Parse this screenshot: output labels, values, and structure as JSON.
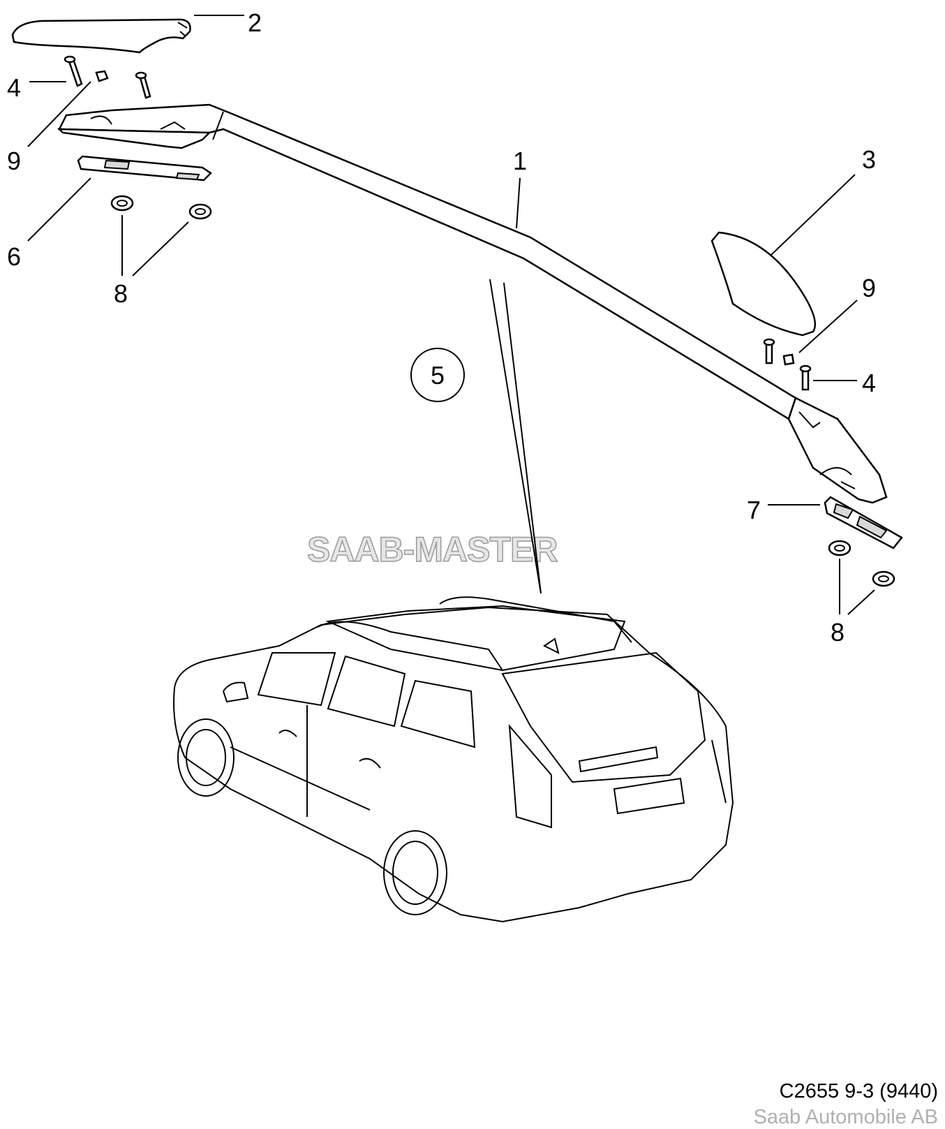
{
  "diagram": {
    "callouts": {
      "c1": "1",
      "c2": "2",
      "c3": "3",
      "c4a": "4",
      "c4b": "4",
      "c5": "5",
      "c6": "6",
      "c7": "7",
      "c8a": "8",
      "c8b": "8",
      "c9a": "9",
      "c9b": "9"
    },
    "watermark": "SAAB-MASTER",
    "figure_code": "C2655 9-3 (9440)",
    "copyright": "Saab Automobile AB"
  }
}
